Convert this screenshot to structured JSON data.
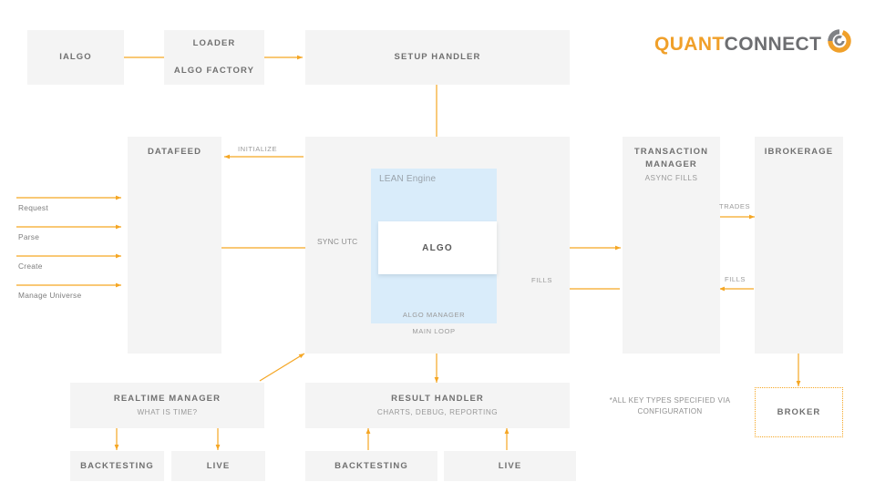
{
  "brand": {
    "name_part1": "QUANT",
    "name_part2": "CONNECT",
    "icon": "quantconnect-swirl-icon",
    "orange": "#f0a02a",
    "gray": "#6d6e71"
  },
  "colors": {
    "box_fill": "#f4f4f4",
    "arrow": "#f5a623",
    "lean_panel": "#d9ecfa",
    "text_title": "#707070",
    "text_sub": "#999999"
  },
  "boxes": {
    "ialgo": {
      "title": "IALGO"
    },
    "loader": {
      "title": "LOADER",
      "title2": "ALGO FACTORY"
    },
    "setup_handler": {
      "title": "SETUP HANDLER"
    },
    "datafeed": {
      "title": "DATAFEED"
    },
    "transaction_manager": {
      "title": "TRANSACTION MANAGER",
      "sub": "ASYNC FILLS"
    },
    "ibrokerage": {
      "title": "IBROKERAGE"
    },
    "realtime_manager": {
      "title": "REALTIME MANAGER",
      "sub": "WHAT IS TIME?"
    },
    "result_handler": {
      "title": "RESULT HANDLER",
      "sub": "CHARTS, DEBUG, REPORTING"
    },
    "rt_backtesting": {
      "title": "BACKTESTING"
    },
    "rt_live": {
      "title": "LIVE"
    },
    "rh_backtesting": {
      "title": "BACKTESTING"
    },
    "rh_live": {
      "title": "LIVE"
    },
    "broker": {
      "title": "BROKER"
    }
  },
  "engine": {
    "panel_caption": "LEAN Engine",
    "algo_label": "ALGO",
    "algo_manager_label": "ALGO MANAGER",
    "main_loop_label": "MAIN LOOP",
    "sync_label": "SYNC UTC"
  },
  "arrow_labels": {
    "initialize": "INITIALIZE",
    "trades": "TRADES",
    "fills_right": "FILLS",
    "fills_center": "FILLS"
  },
  "left_flows": [
    {
      "label": "Request"
    },
    {
      "label": "Parse"
    },
    {
      "label": "Create"
    },
    {
      "label": "Manage Universe"
    }
  ],
  "footnote": {
    "line1": "*ALL KEY TYPES SPECIFIED VIA",
    "line2": "CONFIGURATION"
  }
}
